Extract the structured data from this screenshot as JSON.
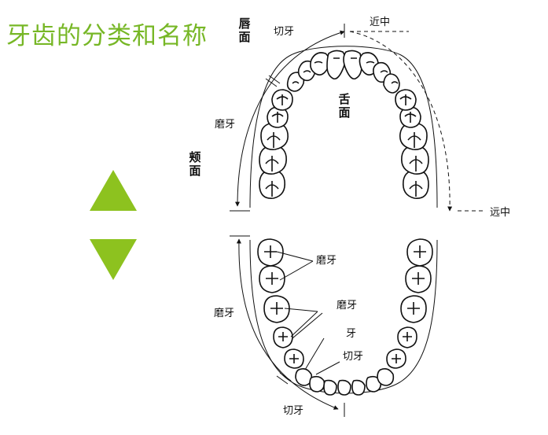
{
  "title": "牙齿的分类和名称",
  "colors": {
    "title": "#77b726",
    "triangle": "#8dc21f",
    "line": "#111111",
    "tooth_fill": "#ffffff",
    "tooth_stroke": "#111111"
  },
  "upper_arch": {
    "labial_surface": "唇面",
    "incisor": "切牙",
    "mesial": "近中",
    "lingual_surface": "舌面",
    "molar": "磨牙",
    "buccal_surface": "颊面",
    "distal": "远中"
  },
  "lower_arch": {
    "molar_a": "磨牙",
    "molar_outer": "磨牙",
    "premolar": "磨牙",
    "canine": "牙",
    "incisor_inner": "切牙",
    "incisor_bottom": "切牙"
  },
  "icons": {
    "up": "triangle-up-icon",
    "down": "triangle-down-icon"
  }
}
